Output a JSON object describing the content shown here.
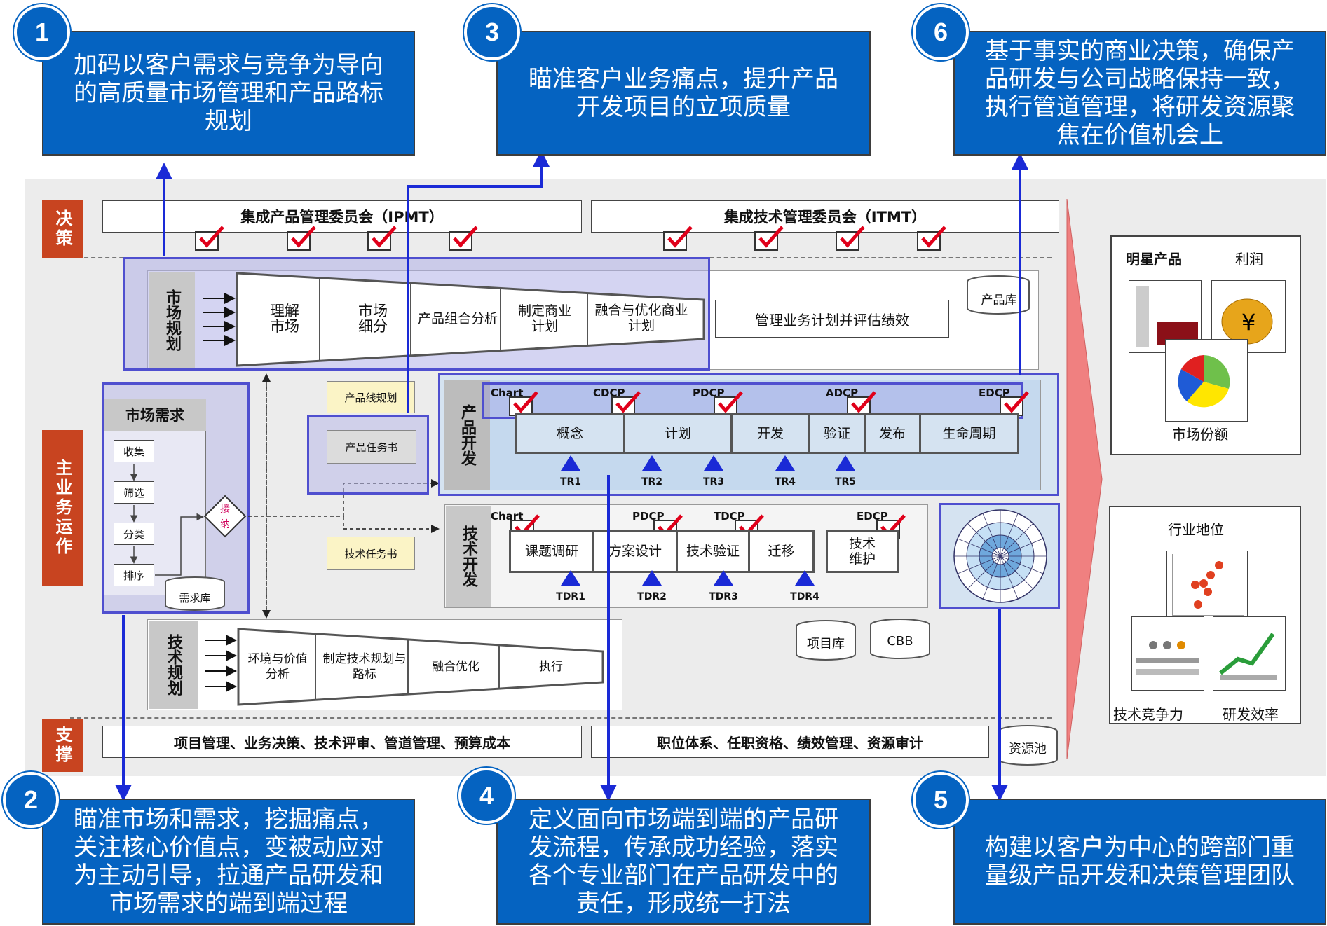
{
  "callouts": {
    "c1": {
      "num": "1",
      "text": "加码以客户需求与竞争为导向的高质量市场管理和产品路标规划"
    },
    "c2": {
      "num": "2",
      "text": "瞄准市场和需求，挖掘痛点，关注核心价值点，变被动应对为主动引导，拉通产品研发和市场需求的端到端过程"
    },
    "c3": {
      "num": "3",
      "text": "瞄准客户业务痛点，提升产品开发项目的立项质量"
    },
    "c4": {
      "num": "4",
      "text": "定义面向市场端到端的产品研发流程，传承成功经验，落实各个专业部门在产品研发中的责任，形成统一打法"
    },
    "c5": {
      "num": "5",
      "text": "构建以客户为中心的跨部门重量级产品开发和决策管理团队"
    },
    "c6": {
      "num": "6",
      "text": "基于事实的商业决策，确保产品研发与公司战略保持一致，执行管道管理，将研发资源聚焦在价值机会上"
    }
  },
  "layers": {
    "decision": "决策",
    "main": "主业务运作",
    "support": "支撑"
  },
  "committees": {
    "ipmt": "集成产品管理委员会（IPMT）",
    "itmt": "集成技术管理委员会（ITMT）"
  },
  "market_planning": {
    "title": "市场规划",
    "steps": [
      "理解市场",
      "市场细分",
      "产品组合分析",
      "制定商业计划",
      "融合与优化商业计划"
    ],
    "manage": "管理业务计划并评估绩效",
    "repo": "产品库"
  },
  "market_demand": {
    "title": "市场需求",
    "steps": [
      "收集",
      "筛选",
      "分类",
      "排序"
    ],
    "accept": "接纳",
    "repo": "需求库"
  },
  "docs": {
    "line_plan": "产品线规划",
    "product_task": "产品任务书",
    "tech_task": "技术任务书"
  },
  "product_dev": {
    "title": "产品开发",
    "gates": [
      "Chart",
      "CDCP",
      "PDCP",
      "ADCP",
      "EDCP"
    ],
    "phases": [
      "概念",
      "计划",
      "开发",
      "验证",
      "发布",
      "生命周期"
    ],
    "reviews": [
      "TR1",
      "TR2",
      "TR3",
      "TR4",
      "TR5"
    ]
  },
  "tech_dev": {
    "title": "技术开发",
    "gates": [
      "Chart",
      "PDCP",
      "TDCP",
      "EDCP"
    ],
    "phases": [
      "课题调研",
      "方案设计",
      "技术验证",
      "迁移"
    ],
    "maintain": "技术维护",
    "reviews": [
      "TDR1",
      "TDR2",
      "TDR3",
      "TDR4"
    ]
  },
  "tech_planning": {
    "title": "技术规划",
    "steps": [
      "环境与价值分析",
      "制定技术规划与路标",
      "融合优化",
      "执行"
    ]
  },
  "repos": {
    "project": "项目库",
    "cbb": "CBB",
    "resource": "资源池"
  },
  "support": {
    "left": "项目管理、业务决策、技术评审、管道管理、预算成本",
    "right": "职位体系、任职资格、绩效管理、资源审计"
  },
  "outcomes": {
    "top": {
      "star": "明星产品",
      "profit": "利润",
      "share": "市场份额"
    },
    "bottom": {
      "position": "行业地位",
      "competitiveness": "技术竞争力",
      "efficiency": "研发效率"
    }
  },
  "colors": {
    "blue": "#0563c1",
    "red_label": "#c84420",
    "arrow_blue": "#1a2ad6",
    "lavender": "#b0b0e8"
  }
}
